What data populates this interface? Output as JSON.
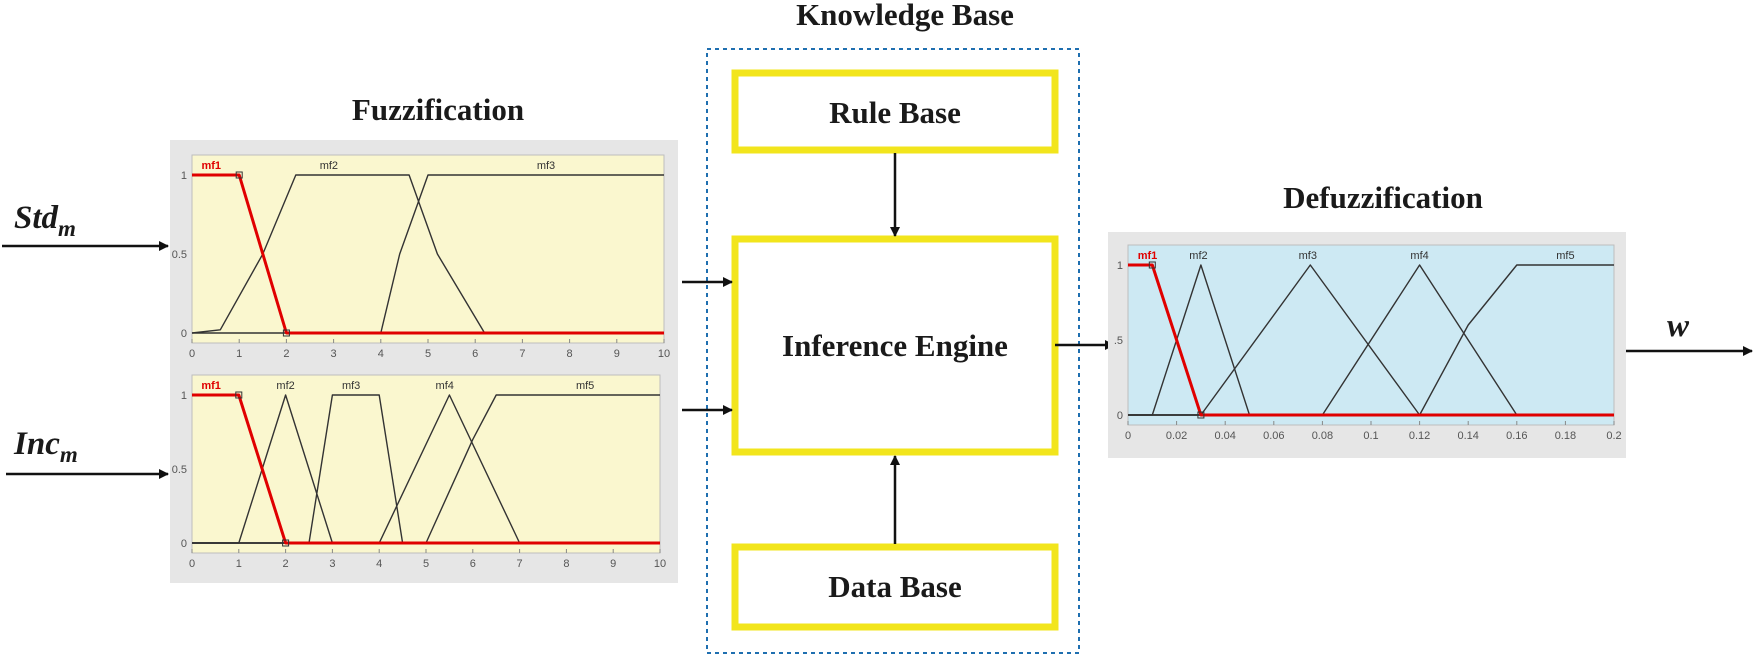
{
  "titles": {
    "knowledge_base": "Knowledge Base",
    "fuzzification": "Fuzzification",
    "defuzzification": "Defuzzification"
  },
  "boxes": {
    "rule_base": "Rule Base",
    "inference_engine": "Inference Engine",
    "data_base": "Data Base"
  },
  "inputs": [
    {
      "main": "Std",
      "sub": "m"
    },
    {
      "main": "Inc",
      "sub": "m"
    }
  ],
  "output": "w",
  "colors": {
    "box_border": "#f2e51c",
    "kb_dash": "#1f6fb0",
    "plot_bg_yellow": "#faf7cf",
    "plot_bg_blue": "#cde9f3",
    "panel_frame": "#e6e6e6",
    "mf_highlight": "#e00000",
    "mf_line": "#333333"
  },
  "chart_data": [
    {
      "type": "line",
      "name": "Std_m membership functions",
      "xlim": [
        0,
        10
      ],
      "ylim": [
        0,
        1
      ],
      "x_ticks": [
        "0",
        "1",
        "2",
        "3",
        "4",
        "5",
        "6",
        "7",
        "8",
        "9",
        "10"
      ],
      "y_ticks": [
        "0",
        "0.5",
        "1"
      ],
      "series": [
        {
          "name": "mf1",
          "highlight": true,
          "points": [
            [
              0,
              1
            ],
            [
              1,
              1
            ],
            [
              1.5,
              0.5
            ],
            [
              2,
              0
            ],
            [
              10,
              0
            ]
          ]
        },
        {
          "name": "mf2",
          "highlight": false,
          "points": [
            [
              0,
              0
            ],
            [
              0.6,
              0.02
            ],
            [
              1.5,
              0.5
            ],
            [
              2.2,
              1
            ],
            [
              3,
              1
            ],
            [
              4.6,
              1
            ],
            [
              5.2,
              0.5
            ],
            [
              6.2,
              0
            ],
            [
              10,
              0
            ]
          ]
        },
        {
          "name": "mf3",
          "highlight": false,
          "points": [
            [
              0,
              0
            ],
            [
              4,
              0
            ],
            [
              4.4,
              0.5
            ],
            [
              5,
              1
            ],
            [
              10,
              1
            ]
          ]
        }
      ],
      "label_positions": [
        [
          "mf1",
          0.2
        ],
        [
          "mf2",
          2.9
        ],
        [
          "mf3",
          7.5
        ]
      ]
    },
    {
      "type": "line",
      "name": "Inc_m membership functions",
      "xlim": [
        0,
        10
      ],
      "ylim": [
        0,
        1
      ],
      "x_ticks": [
        "0",
        "1",
        "2",
        "3",
        "4",
        "5",
        "6",
        "7",
        "8",
        "9",
        "10"
      ],
      "y_ticks": [
        "0",
        "0.5",
        "1"
      ],
      "series": [
        {
          "name": "mf1",
          "highlight": true,
          "points": [
            [
              0,
              1
            ],
            [
              1,
              1
            ],
            [
              1.5,
              0.5
            ],
            [
              2,
              0
            ],
            [
              10,
              0
            ]
          ]
        },
        {
          "name": "mf2",
          "highlight": false,
          "points": [
            [
              0,
              0
            ],
            [
              1,
              0
            ],
            [
              2,
              1
            ],
            [
              3,
              0
            ],
            [
              10,
              0
            ]
          ]
        },
        {
          "name": "mf3",
          "highlight": false,
          "points": [
            [
              0,
              0
            ],
            [
              2.5,
              0
            ],
            [
              3,
              1
            ],
            [
              4,
              1
            ],
            [
              4.5,
              0
            ],
            [
              10,
              0
            ]
          ]
        },
        {
          "name": "mf4",
          "highlight": false,
          "points": [
            [
              0,
              0
            ],
            [
              4,
              0
            ],
            [
              5.5,
              1
            ],
            [
              7,
              0
            ],
            [
              10,
              0
            ]
          ]
        },
        {
          "name": "mf5",
          "highlight": false,
          "points": [
            [
              0,
              0
            ],
            [
              5,
              0
            ],
            [
              6,
              0.7
            ],
            [
              6.5,
              1
            ],
            [
              10,
              1
            ]
          ]
        }
      ],
      "label_positions": [
        [
          "mf1",
          0.2
        ],
        [
          "mf2",
          2
        ],
        [
          "mf3",
          3.4
        ],
        [
          "mf4",
          5.4
        ],
        [
          "mf5",
          8.4
        ]
      ]
    },
    {
      "type": "line",
      "name": "w membership functions",
      "xlim": [
        0,
        0.2
      ],
      "ylim": [
        0,
        1
      ],
      "x_ticks": [
        "0",
        "0.02",
        "0.04",
        "0.06",
        "0.08",
        "0.1",
        "0.12",
        "0.14",
        "0.16",
        "0.18",
        "0.2"
      ],
      "y_ticks": [
        "0",
        ".5",
        "1"
      ],
      "series": [
        {
          "name": "mf1",
          "highlight": true,
          "points": [
            [
              0,
              1
            ],
            [
              0.01,
              1
            ],
            [
              0.02,
              0.5
            ],
            [
              0.03,
              0
            ],
            [
              0.2,
              0
            ]
          ]
        },
        {
          "name": "mf2",
          "highlight": false,
          "points": [
            [
              0,
              0
            ],
            [
              0.01,
              0
            ],
            [
              0.03,
              1
            ],
            [
              0.05,
              0
            ],
            [
              0.2,
              0
            ]
          ]
        },
        {
          "name": "mf3",
          "highlight": false,
          "points": [
            [
              0,
              0
            ],
            [
              0.03,
              0
            ],
            [
              0.075,
              1
            ],
            [
              0.12,
              0
            ],
            [
              0.2,
              0
            ]
          ]
        },
        {
          "name": "mf4",
          "highlight": false,
          "points": [
            [
              0,
              0
            ],
            [
              0.08,
              0
            ],
            [
              0.12,
              1
            ],
            [
              0.16,
              0
            ],
            [
              0.2,
              0
            ]
          ]
        },
        {
          "name": "mf5",
          "highlight": false,
          "points": [
            [
              0,
              0
            ],
            [
              0.12,
              0
            ],
            [
              0.14,
              0.6
            ],
            [
              0.16,
              1
            ],
            [
              0.2,
              1
            ]
          ]
        }
      ],
      "label_positions": [
        [
          "mf1",
          0.004
        ],
        [
          "mf2",
          0.029
        ],
        [
          "mf3",
          0.074
        ],
        [
          "mf4",
          0.12
        ],
        [
          "mf5",
          0.18
        ]
      ]
    }
  ]
}
